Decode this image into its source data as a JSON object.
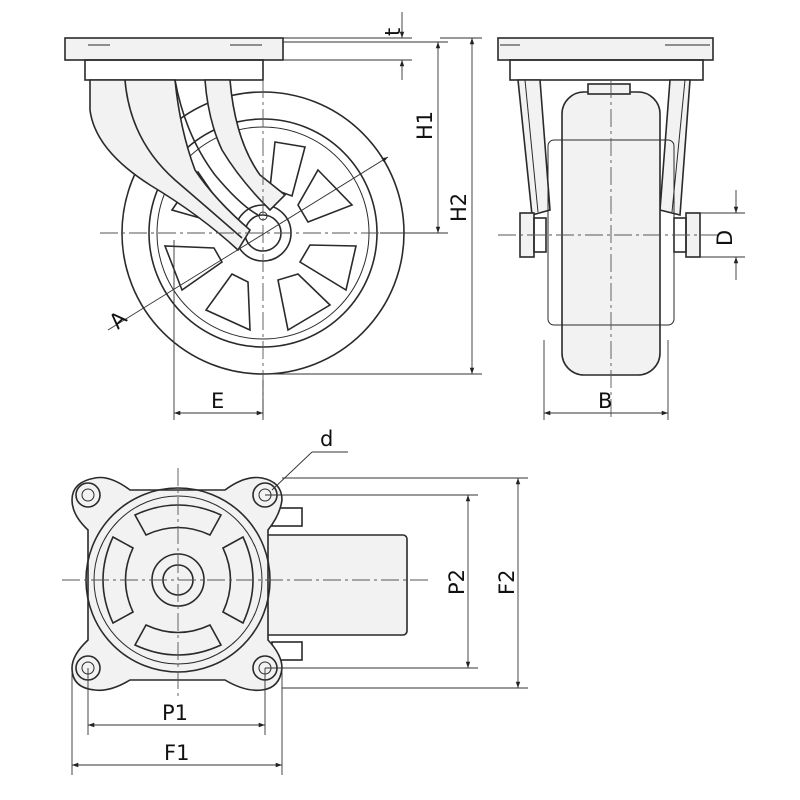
{
  "labels": {
    "t": "t",
    "h1": "H1",
    "h2": "H2",
    "a": "A",
    "e": "E",
    "b": "B",
    "d_upper": "D",
    "d_lower": "d",
    "p1": "P1",
    "p2": "P2",
    "f1": "F1",
    "f2": "F2"
  }
}
